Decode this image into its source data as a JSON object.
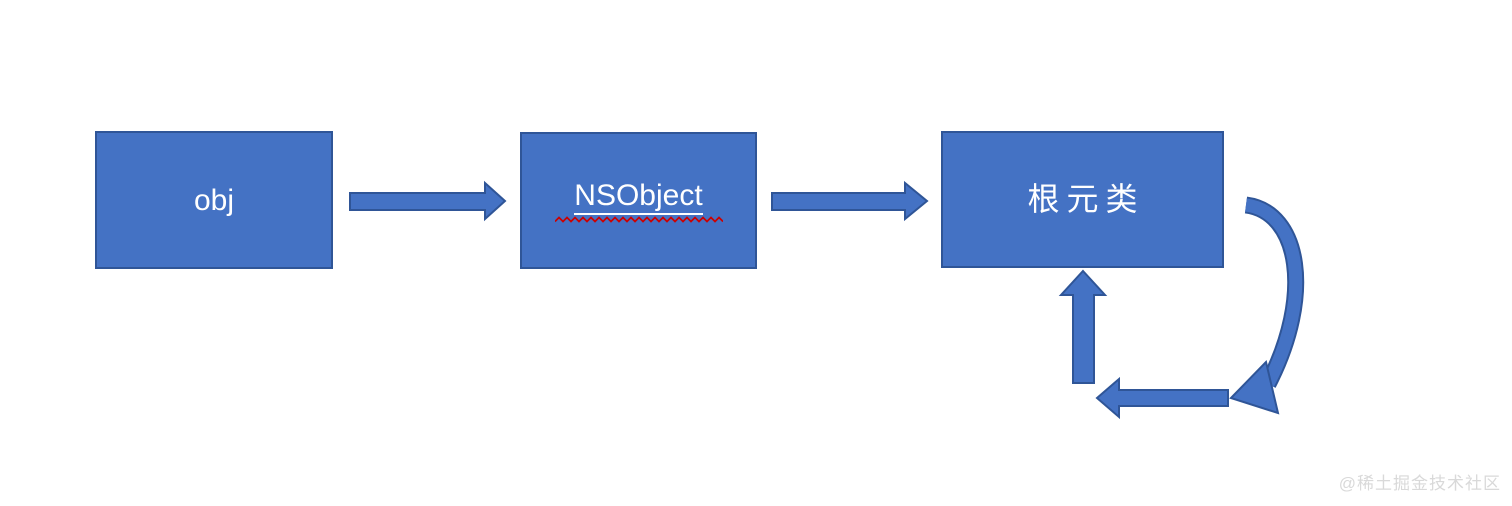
{
  "diagram": {
    "type": "flow-diagram",
    "topic": "Objective-C isa chain: object to NSObject to root metaclass self-loop",
    "nodes": [
      {
        "id": "obj",
        "label": "obj"
      },
      {
        "id": "nsobject",
        "label": "NSObject",
        "spellcheck_squiggle": true,
        "underlined": true
      },
      {
        "id": "root-metaclass",
        "label": "根元类"
      }
    ],
    "edges": [
      {
        "from": "obj",
        "to": "NSObject",
        "style": "straight-block-arrow-right"
      },
      {
        "from": "NSObject",
        "to": "根元类",
        "style": "straight-block-arrow-right"
      },
      {
        "from": "根元类",
        "to": "根元类",
        "style": "self-loop-curved-down-left-up"
      }
    ],
    "watermark": "@稀土掘金技术社区",
    "colors": {
      "node_fill": "#4472C4",
      "node_border": "#2F5597",
      "node_text": "#FFFFFF",
      "squiggle": "#CC0000",
      "watermark": "#D9D9D9",
      "background": "#FFFFFF"
    }
  }
}
